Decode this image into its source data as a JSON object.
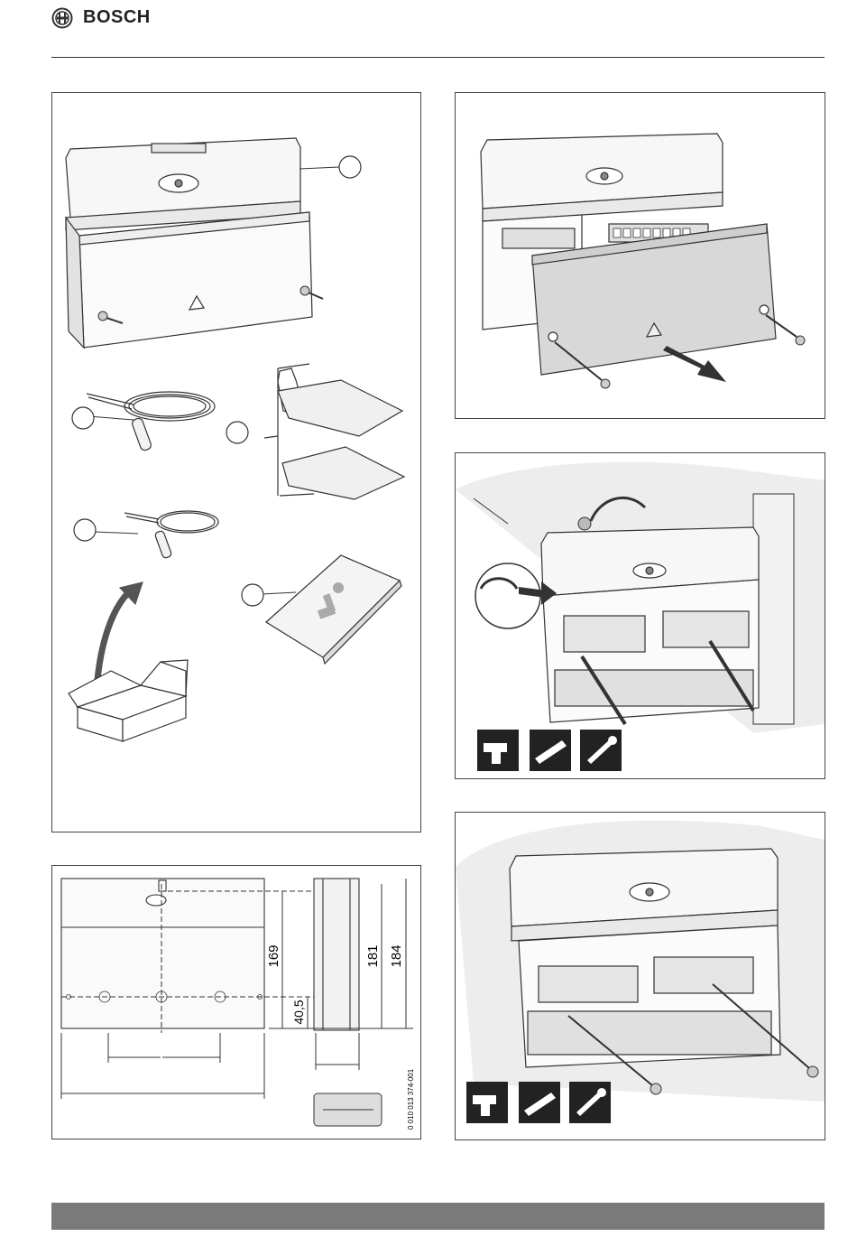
{
  "header": {
    "brand": "BOSCH"
  },
  "dimensions": {
    "d169": "169",
    "d181": "181",
    "d184": "184",
    "d40_5": "40,5",
    "figure_code": "0 010 013 374-001"
  }
}
